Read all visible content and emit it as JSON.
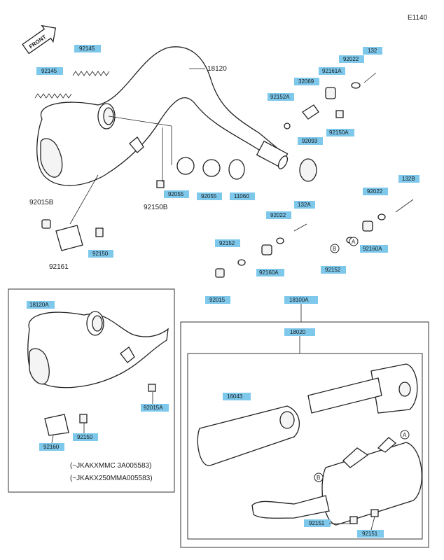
{
  "diagram_code": "E1140",
  "direction": "FRONT",
  "colors": {
    "label_highlight": "#7ec8ec",
    "line": "#222222"
  },
  "labels": {
    "p92145_a": "92145",
    "p92145_b": "92145",
    "p18120": "18120",
    "p132_a": "132",
    "p92022_a": "92022",
    "p92161A": "92161A",
    "p32069": "32069",
    "p92152A": "92152A",
    "p92150A": "92150A",
    "p92093": "92093",
    "p92055_a": "92055",
    "p92055_b": "92055",
    "p11060": "11060",
    "p92150B": "92150B",
    "p92015B": "92015B",
    "p92161": "92161",
    "p92150_a": "92150",
    "p132B": "132B",
    "p92022_b": "92022",
    "p92022_c": "92022",
    "p132A": "132A",
    "p92152_a": "92152",
    "p92160A_a": "92160A",
    "p92160A_b": "92160A",
    "p92152_b": "92152",
    "p92015": "92015",
    "p18120A": "18120A",
    "p92015A": "92015A",
    "p92160": "92160",
    "p92150_b": "92150",
    "p18100A": "18100A",
    "p18020": "18020",
    "p16043": "16043",
    "p92151_a": "92151",
    "p92151_b": "92151"
  },
  "notes": {
    "line1": "(~JKAKXMMC 3A005583)",
    "line2": "(~JKAKX250MMA005583)"
  },
  "markers": {
    "a": "A",
    "b": "B"
  }
}
